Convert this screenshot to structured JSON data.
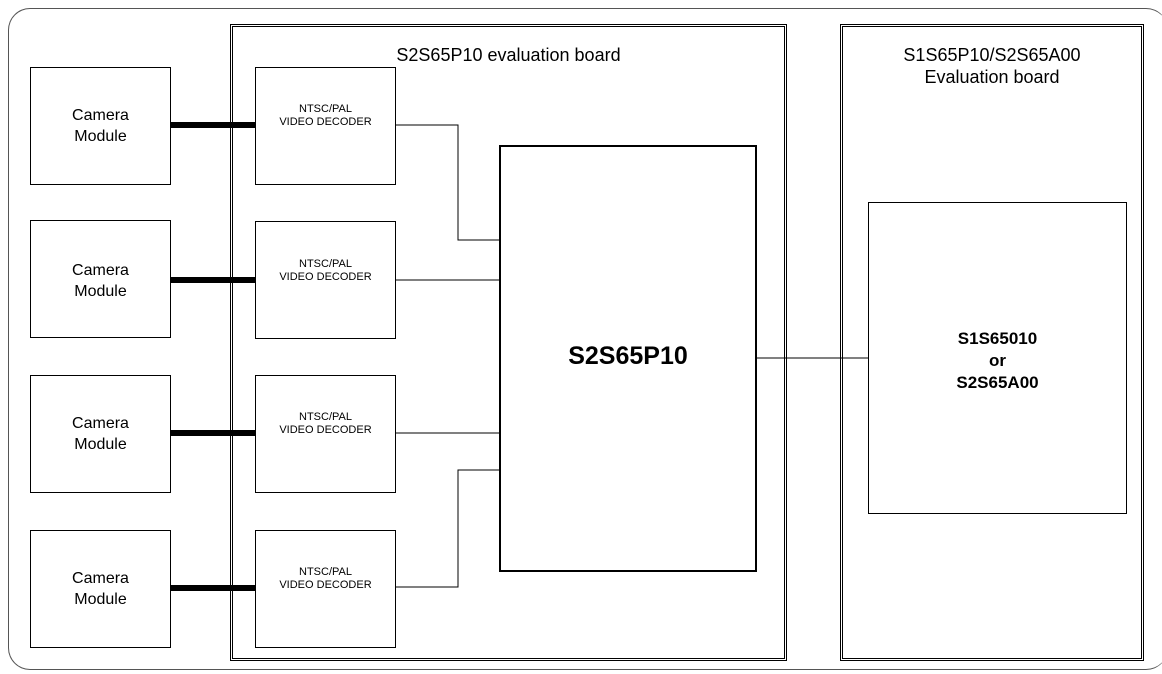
{
  "boards": {
    "left_title": "S2S65P10 evaluation board",
    "right_title": "S1S65P10/S2S65A00\nEvaluation board"
  },
  "cameras": [
    {
      "label": "Camera\nModule"
    },
    {
      "label": "Camera\nModule"
    },
    {
      "label": "Camera\nModule"
    },
    {
      "label": "Camera\nModule"
    }
  ],
  "decoders": [
    {
      "label": "NTSC/PAL\nVIDEO DECODER"
    },
    {
      "label": "NTSC/PAL\nVIDEO DECODER"
    },
    {
      "label": "NTSC/PAL\nVIDEO DECODER"
    },
    {
      "label": "NTSC/PAL\nVIDEO DECODER"
    }
  ],
  "main_chip": {
    "label": "S2S65P10"
  },
  "host_chip": {
    "label": "S1S65010\nor\nS2S65A00"
  }
}
